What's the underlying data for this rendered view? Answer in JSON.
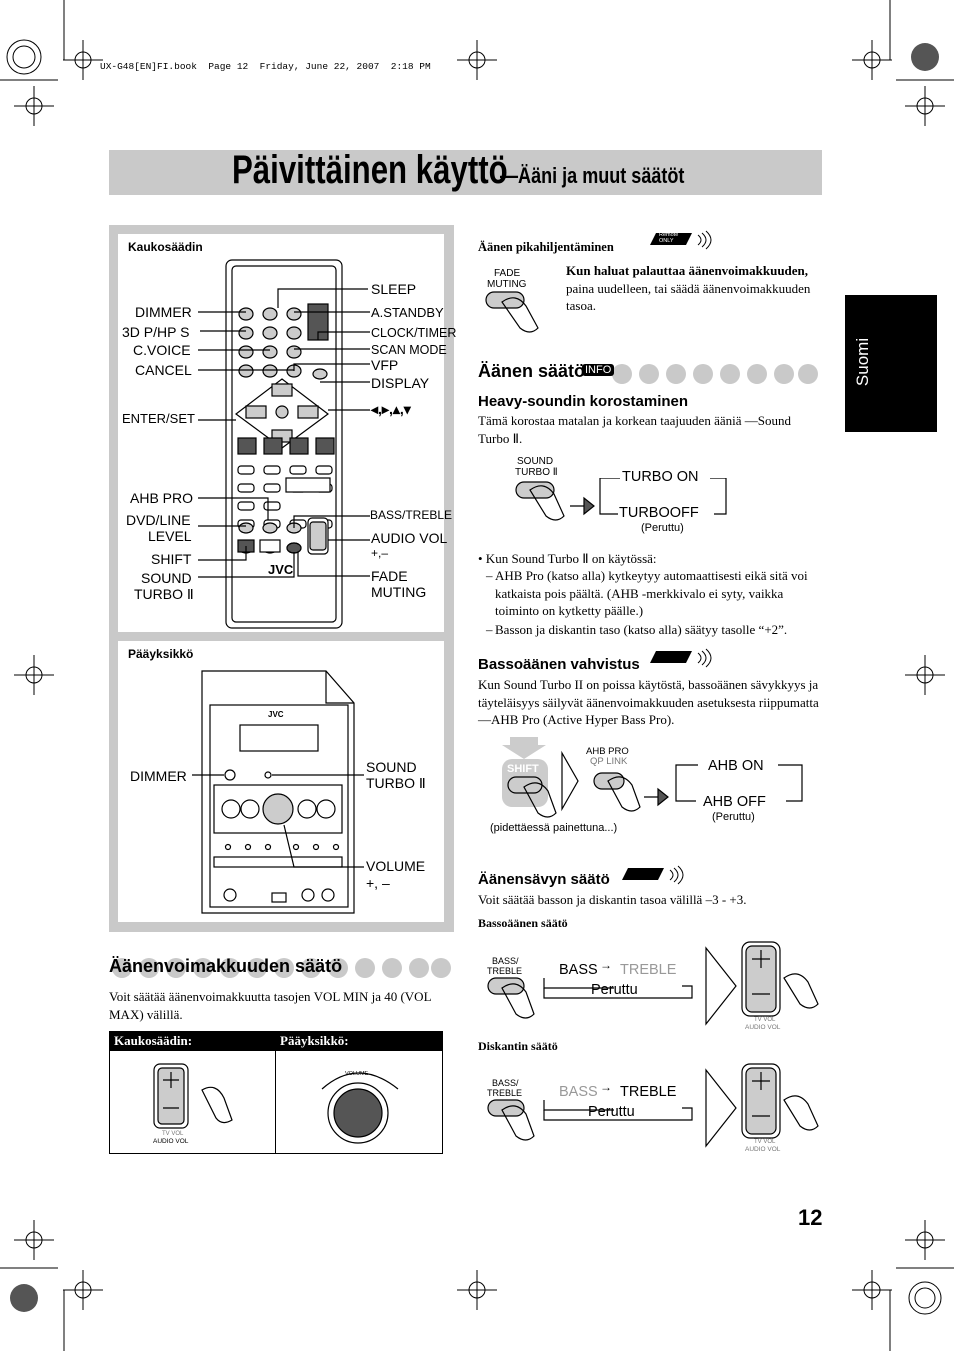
{
  "file_header": "UX-G48[EN]FI.book  Page 12  Friday, June 22, 2007  2:18 PM",
  "title": {
    "main": "Päivittäinen käyttö",
    "sub": "—Ääni ja muut säätöt"
  },
  "side_tab": "Suomi",
  "page_number": "12",
  "remote_box": {
    "title": "Kaukosäädin",
    "labels_left": [
      "DIMMER",
      "3D P/HP S",
      "C.VOICE",
      "CANCEL",
      "ENTER/SET",
      "AHB PRO",
      "DVD/LINE",
      "LEVEL",
      "SHIFT",
      "SOUND",
      "TURBO Ⅱ"
    ],
    "labels_right": [
      "SLEEP",
      "A.STANDBY",
      "CLOCK/TIMER",
      "SCAN MODE",
      "VFP",
      "DISPLAY",
      "◂,▸,▴,▾",
      "BASS/TREBLE",
      "AUDIO VOL",
      "+,–",
      "FADE",
      "MUTING"
    ],
    "logo": "JVC"
  },
  "main_unit_box": {
    "title": "Pääyksikkö",
    "logo": "JVC",
    "labels": [
      "DIMMER",
      "SOUND",
      "TURBO Ⅱ",
      "VOLUME",
      "+, –"
    ]
  },
  "volume_section": {
    "heading": "Äänenvoimakkuuden säätö",
    "text": "Voit säätää äänenvoimakkuutta tasojen VOL MIN ja 40 (VOL MAX) välillä.",
    "table_headers": [
      "Kaukosäädin:",
      "Pääyksikkö:"
    ],
    "tv_vol": "TV VOL",
    "audio_vol": "AUDIO VOL",
    "knob_label": "VOLUME"
  },
  "fade_section": {
    "heading": "Äänen pikahiljentäminen",
    "badge": [
      "Remote",
      "ONLY"
    ],
    "button_label": [
      "FADE",
      "MUTING"
    ],
    "text_bold": "Kun haluat palauttaa äänenvoimakkuuden,",
    "text_rest": " paina uudelleen, tai säädä äänenvoimakkuuden tasoa."
  },
  "sound_section": {
    "heading": "Äänen säätö",
    "info_badge": "INFO",
    "heavy_heading": "Heavy-soundin korostaminen",
    "heavy_text": "Tämä korostaa matalan ja korkean taajuuden ääniä —Sound Turbo Ⅱ.",
    "button_label": [
      "SOUND",
      "TURBO Ⅱ"
    ],
    "turbo_on": "TURBO ON",
    "turbo_off": "TURBOOFF",
    "default": "(Peruttu)",
    "bullet": "• Kun Sound Turbo Ⅱ on käytössä:",
    "dash1": "AHB Pro (katso alla) kytkeytyy automaattisesti eikä sitä voi katkaista pois päältä. (AHB -merkkivalo ei syty, vaikka toiminto on kytketty päälle.)",
    "dash2": "Basson ja diskantin taso (katso alla) säätyy tasolle “+2”."
  },
  "bass_section": {
    "heading": "Bassoäänen vahvistus",
    "text": "Kun Sound Turbo II on poissa käytöstä, bassoäänen sävykkyys ja täyteläisyys säilyvät äänenvoimakkuuden asetuksesta riippumatta—AHB Pro (Active Hyper Bass Pro).",
    "shift": "SHIFT",
    "ahb_label": [
      "AHB PRO",
      "QP LINK"
    ],
    "ahb_on": "AHB ON",
    "ahb_off": "AHB OFF",
    "default": "(Peruttu)",
    "hold_note": "(pidettäessä painettuna...)"
  },
  "tone_section": {
    "heading": "Äänensävyn säätö",
    "text": "Voit säätää basson ja diskantin tasoa välillä –3 - +3.",
    "bass_heading": "Bassoäänen säätö",
    "treble_heading": "Diskantin säätö",
    "button_label": [
      "BASS/",
      "TREBLE"
    ],
    "bass": "BASS",
    "treble": "TREBLE",
    "default": "Peruttu",
    "tv_vol": "TV VOL",
    "audio_vol": "AUDIO VOL"
  }
}
